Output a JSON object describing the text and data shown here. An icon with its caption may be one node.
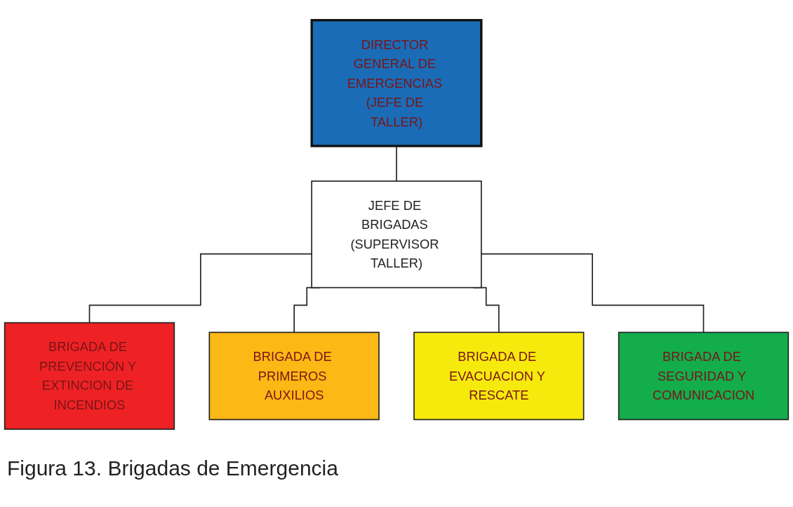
{
  "diagram": {
    "caption": "Figura 13. Brigadas de Emergencia",
    "nodes": [
      {
        "text": [
          "DIRECTOR GENERAL DE EMERGENCIAS (JEFE DE TALLER)"
        ]
      },
      {
        "text": [
          "JEFE DE BRIGADAS (SUPERVISOR TALLER)"
        ]
      },
      {
        "text": [
          "BRIGADA DE PREVENCIÓN Y EXTINCION DE INCENDIOS"
        ]
      },
      {
        "text": [
          "BRIGADA DE PRIMEROS AUXILIOS"
        ]
      },
      {
        "text": [
          "BRIGADA DE EVACUACION Y RESCATE"
        ]
      },
      {
        "text": [
          "BRIGADA DE SEGURIDAD Y COMUNICACION"
        ]
      }
    ],
    "edges": [
      {
        "from": 0,
        "to": 1,
        "arrow": "none"
      },
      {
        "from": 1,
        "to": 2,
        "arrow": "none"
      },
      {
        "from": 1,
        "to": 3,
        "arrow": "none"
      },
      {
        "from": 1,
        "to": 4,
        "arrow": "none"
      },
      {
        "from": 1,
        "to": 5,
        "arrow": "none"
      }
    ]
  }
}
